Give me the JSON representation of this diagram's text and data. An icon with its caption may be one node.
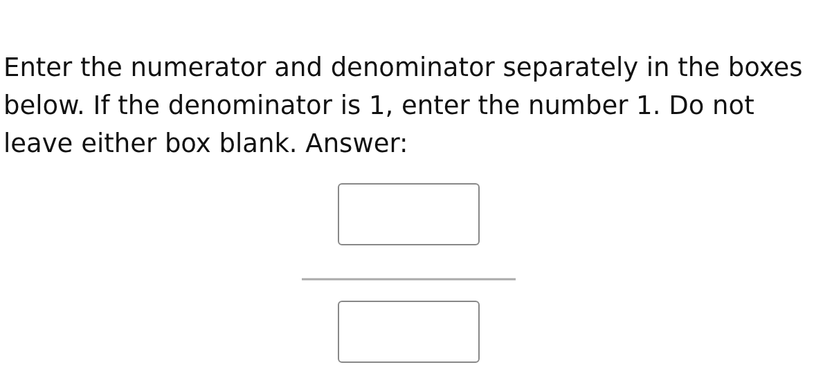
{
  "diagram": {
    "nodes": [
      {
        "text": [],
        "shape": "box"
      },
      {
        "text": [],
        "shape": "box"
      }
    ],
    "labels": [
      "Enter the numerator and denominator separately in the boxes below. If the denominator is 1, enter the number 1. Do not leave either box blank. Answer:"
    ]
  }
}
